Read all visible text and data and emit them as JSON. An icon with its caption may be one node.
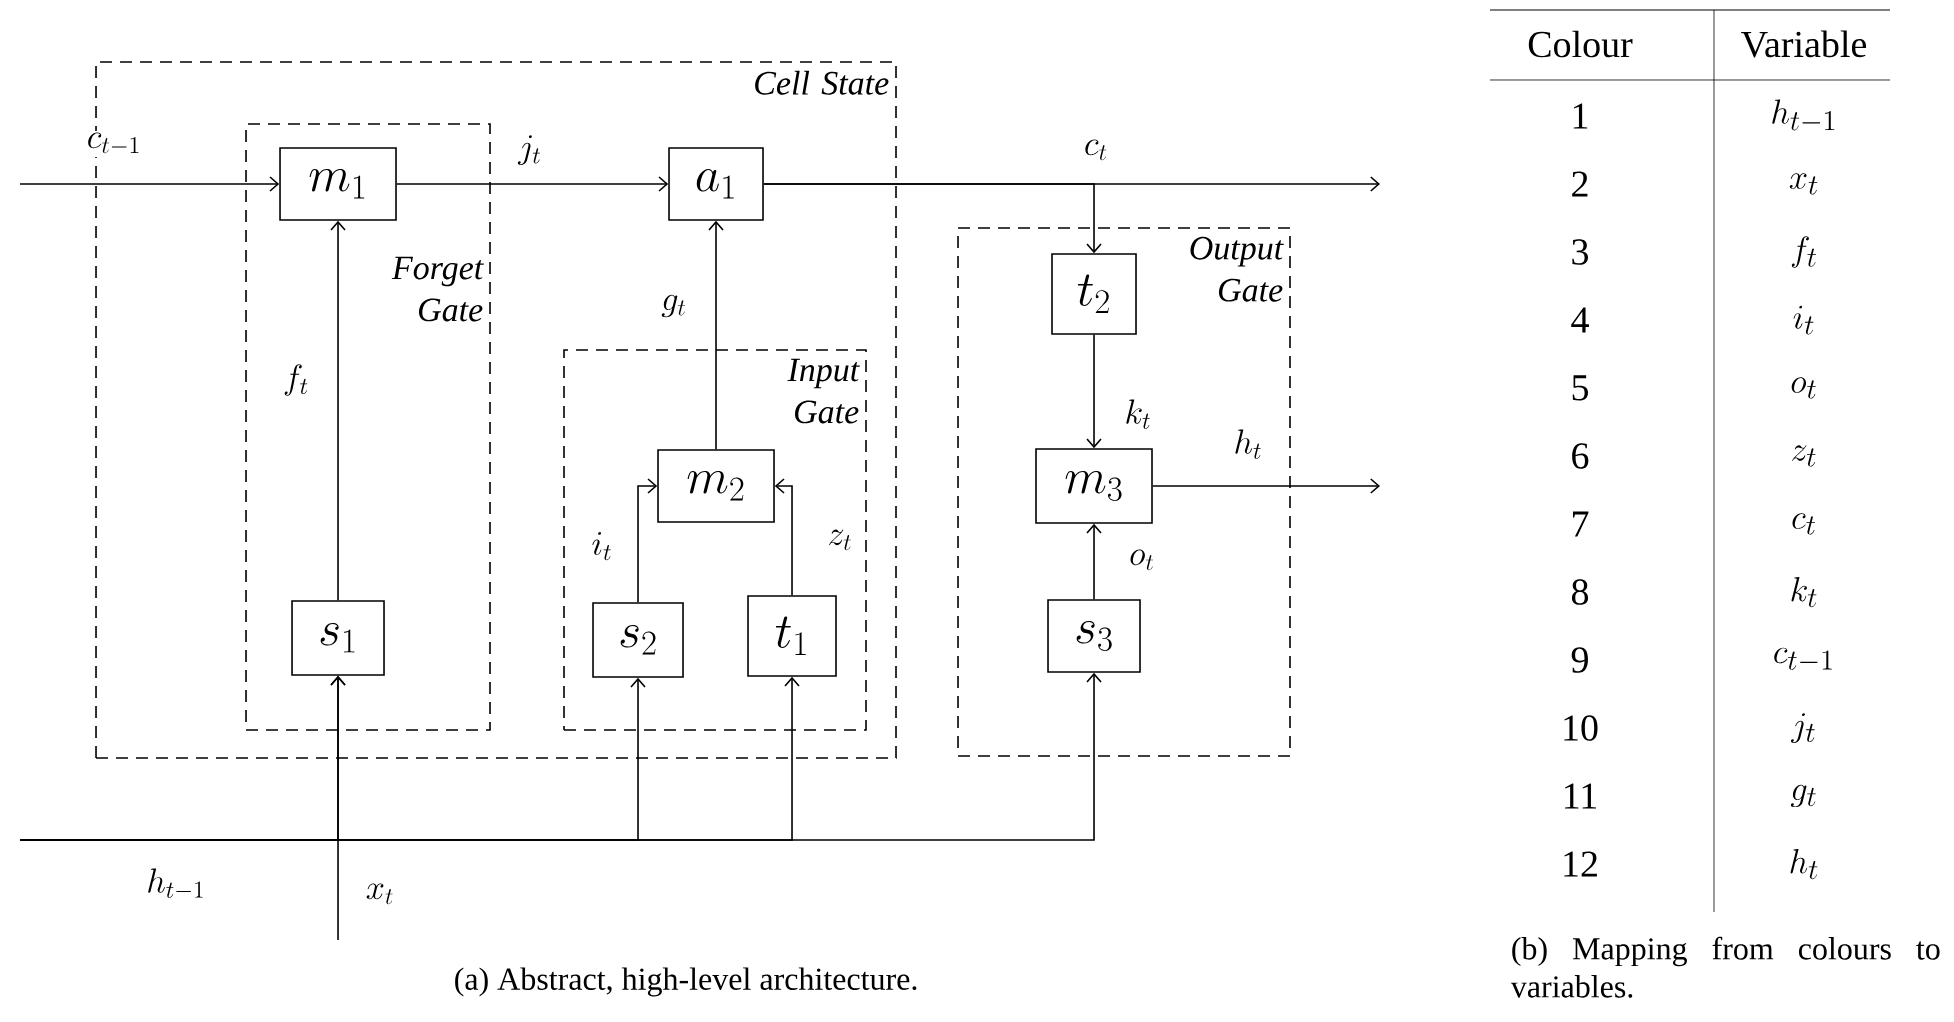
{
  "diagram": {
    "nodes": [
      {
        "text": [
          "Cell State"
        ]
      },
      {
        "text": [
          "Forget Gate"
        ],
        "in": 0
      },
      {
        "text": [
          "m_1"
        ],
        "in": 1
      },
      {
        "text": [
          "s_1"
        ],
        "in": 1
      },
      {
        "text": [
          "a_1"
        ],
        "in": 0
      },
      {
        "text": [
          "Input Gate"
        ],
        "in": 0
      },
      {
        "text": [
          "m_2"
        ],
        "in": 5
      },
      {
        "text": [
          "s_2"
        ],
        "in": 5
      },
      {
        "text": [
          "t_1"
        ],
        "in": 5
      },
      {
        "text": [
          "Output Gate"
        ]
      },
      {
        "text": [
          "t_2"
        ],
        "in": 9
      },
      {
        "text": [
          "m_3"
        ],
        "in": 9
      },
      {
        "text": [
          "s_3"
        ],
        "in": 9
      }
    ],
    "edges": [
      {
        "from": null,
        "to": 2,
        "arrow": "to",
        "label": "c_{t-1}"
      },
      {
        "from": 2,
        "to": 4,
        "arrow": "to",
        "label": "j_t"
      },
      {
        "from": 4,
        "to": null,
        "arrow": "to",
        "label": "c_t"
      },
      {
        "from": 4,
        "to": 10,
        "arrow": "to"
      },
      {
        "from": 3,
        "to": 2,
        "arrow": "to",
        "label": "f_t"
      },
      {
        "from": 6,
        "to": 4,
        "arrow": "to",
        "label": "g_t"
      },
      {
        "from": 7,
        "to": 6,
        "arrow": "to",
        "label": "i_t"
      },
      {
        "from": 8,
        "to": 6,
        "arrow": "to",
        "label": "z_t"
      },
      {
        "from": 10,
        "to": 11,
        "arrow": "to",
        "label": "k_t"
      },
      {
        "from": 12,
        "to": 11,
        "arrow": "to",
        "label": "o_t"
      },
      {
        "from": 11,
        "to": null,
        "arrow": "to",
        "label": "h_t"
      },
      {
        "from": null,
        "to": 3,
        "arrow": "to",
        "label": "h_{t-1}"
      },
      {
        "from": null,
        "to": 7,
        "arrow": "to"
      },
      {
        "from": null,
        "to": 8,
        "arrow": "to"
      },
      {
        "from": null,
        "to": 12,
        "arrow": "to"
      },
      {
        "from": null,
        "to": 3,
        "arrow": "to",
        "label": "x_t"
      }
    ],
    "labels": [
      "Colour",
      "Variable",
      "1",
      "h_{t-1}",
      "2",
      "x_t",
      "3",
      "f_t",
      "4",
      "i_t",
      "5",
      "o_t",
      "6",
      "z_t",
      "7",
      "c_t",
      "8",
      "k_t",
      "9",
      "c_{t-1}",
      "10",
      "j_t",
      "11",
      "g_t",
      "12",
      "h_t",
      "(a) Abstract, high-level architecture.",
      "(b) Mapping from colours to variables."
    ]
  }
}
